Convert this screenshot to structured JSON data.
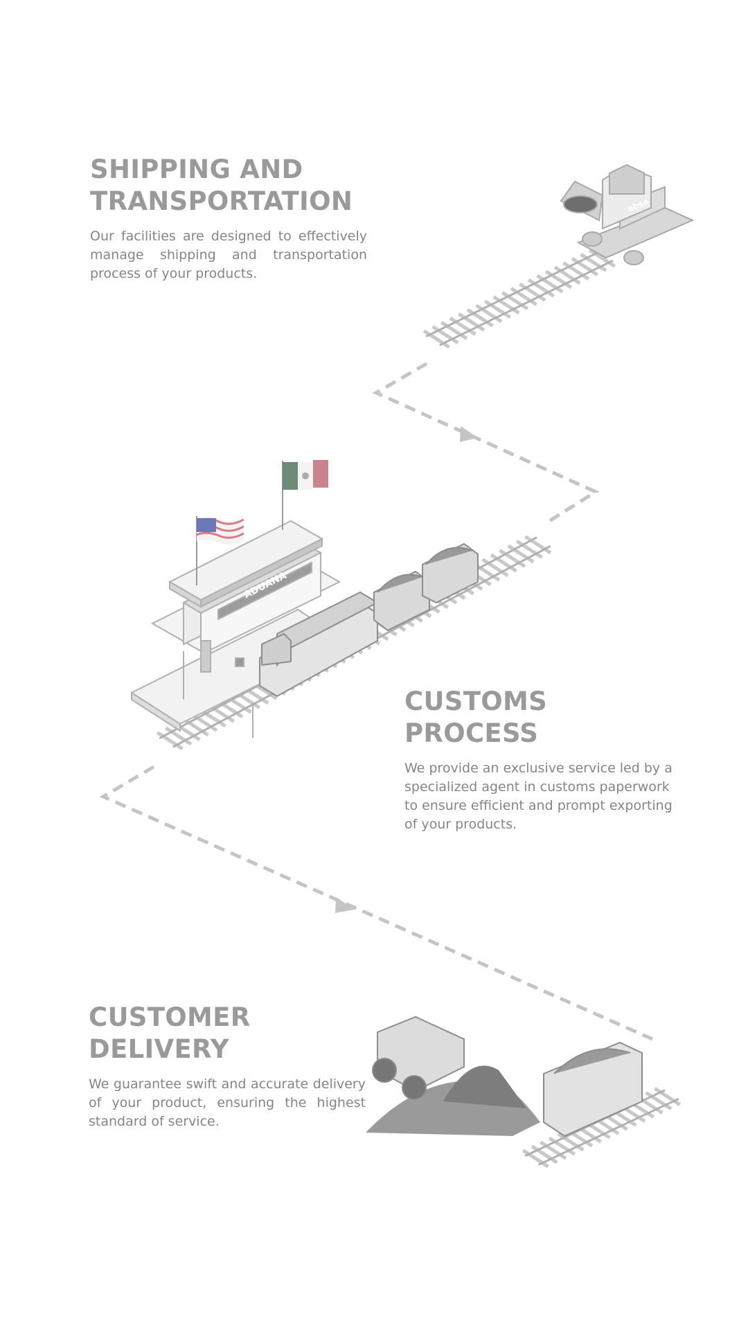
{
  "sections": [
    {
      "title_line1": "SHIPPING AND",
      "title_line2": "TRANSPORTATION",
      "body": "Our facilities are designed to effectively manage shipping and transportation process of your products."
    },
    {
      "title": "CUSTOMS PROCESS",
      "body": "We provide an exclusive service led by a specialized agent in customs paperwork to ensure efficient and prompt exporting of your products."
    },
    {
      "title": "CUSTOMER DELIVERY",
      "body": "We guarantee swift and accurate delivery of your product, ensuring the highest standard of service."
    }
  ],
  "illustration": {
    "station_sign": "ADUANA",
    "excavator_brand": "ebsa"
  },
  "colors": {
    "heading": "#9a9a9a",
    "body": "#858585",
    "path": "#c4c4c4",
    "line": "#b5b5b5",
    "dark": "#8c8c8c",
    "mx_green": "#6f8a78",
    "mx_red": "#c9858e",
    "us_red": "#d77a86",
    "us_blue": "#6d78b8"
  }
}
